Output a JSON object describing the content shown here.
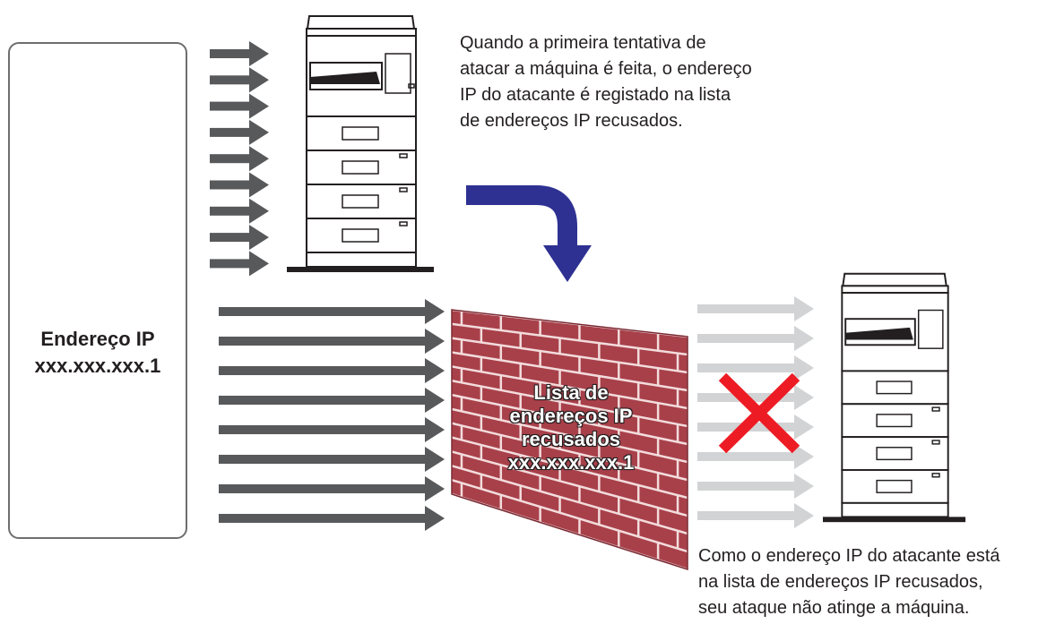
{
  "attacker": {
    "label_line1": "Endereço IP",
    "label_line2": "xxx.xxx.xxx.1",
    "icon": "person-icon"
  },
  "top_note": {
    "lines": [
      "Quando a primeira tentativa de",
      "atacar a máquina é feita, o endereço",
      "IP do atacante é registado na lista",
      "de endereços IP recusados."
    ]
  },
  "wall": {
    "lines": [
      "Lista de",
      "endereços IP",
      "recusados",
      "xxx.xxx.xxx.1"
    ]
  },
  "bottom_note": {
    "lines": [
      "Como o endereço IP do atacante está",
      "na lista de endereços IP recusados,",
      "seu ataque não atinge a máquina."
    ]
  },
  "icons": {
    "printer": "printer-icon",
    "blocked": "cross-icon",
    "flow": "curved-arrow-icon"
  },
  "colors": {
    "arrow_active": "#58595b",
    "arrow_blocked": "#d1d3d4",
    "flow_arrow": "#2e3192",
    "brick": "#a8404a",
    "brick_side": "#7a2a33",
    "mortar": "#f3dcdc",
    "cross": "#ed1c24",
    "person": "#808285"
  }
}
